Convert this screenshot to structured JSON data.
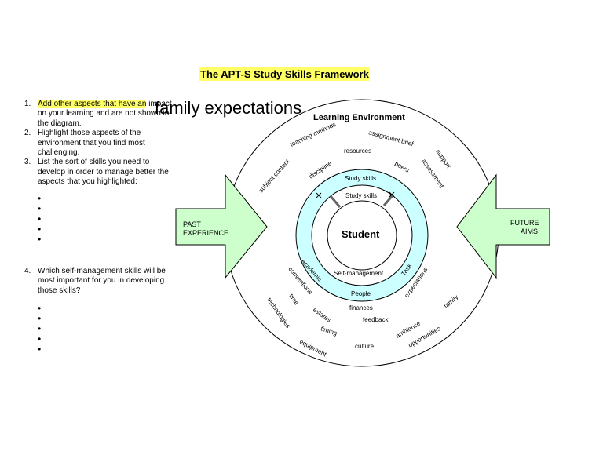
{
  "title": "The APT-S Study Skills Framework",
  "handwritten_note": "family expectations",
  "instructions": {
    "item1": {
      "num": "1.",
      "line1": "Add other aspects that have an",
      "rest": "impact on your learning and are not shown in the diagram."
    },
    "item2": {
      "num": "2.",
      "text": "Highlight those aspects of the environment that you find most challenging."
    },
    "item3": {
      "num": "3.",
      "text": "List the sort of skills you need to develop in order to manage better the aspects that you highlighted:"
    },
    "item4": {
      "num": "4.",
      "text": "Which self-management skills will be most important for you in developing those skills?"
    }
  },
  "diagram": {
    "past": [
      "PAST",
      "EXPERIENCE"
    ],
    "future": [
      "FUTURE",
      "AIMS"
    ],
    "learning_environment": "Learning Environment",
    "student": "Student",
    "study_skills_1": "Study skills",
    "study_skills_2": "Study skills",
    "self_management": "Self-management",
    "people": "People",
    "academic": "Academic",
    "task": "Task",
    "outer_terms": {
      "teaching_methods": "teaching methods",
      "assignment_brief": "assignment brief",
      "support": "support",
      "subject_content": "subject content",
      "resources": "resources",
      "discipline": "discipline",
      "peers": "peers",
      "assessment": "assessment",
      "conventions": "conventions",
      "expectations": "expectations",
      "family": "family",
      "time": "time",
      "technologies": "technologies",
      "estates": "estates",
      "finances": "finances",
      "feedback": "feedback",
      "ambience": "ambience",
      "opportunities": "opportunities",
      "timing": "timing",
      "equipment": "equipment",
      "culture": "culture"
    }
  },
  "colors": {
    "highlight": "#ffff66",
    "arrow_fill": "#ccffcc",
    "ring_fill": "#ccffff"
  }
}
